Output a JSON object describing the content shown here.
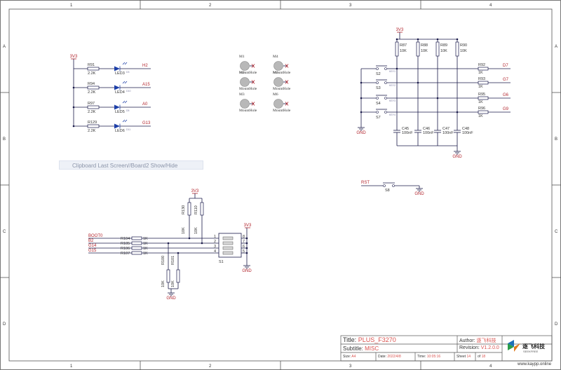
{
  "frame": {
    "columns": [
      "1",
      "2",
      "3",
      "4"
    ],
    "rows": [
      "A",
      "B",
      "C",
      "D"
    ]
  },
  "overlay": {
    "clipboard_text": "Clipboard Last Screen//Board2 Show/Hide"
  },
  "leds": {
    "power": "3V3",
    "rows": [
      {
        "resistor": "R91",
        "value": "2.2K",
        "led": "LED3",
        "tag": "D3",
        "net": "H2"
      },
      {
        "resistor": "R94",
        "value": "2.2K",
        "led": "LED4",
        "tag": "D10",
        "net": "A15"
      },
      {
        "resistor": "R97",
        "value": "2.2K",
        "led": "LED5",
        "tag": "D5",
        "net": "A0"
      },
      {
        "resistor": "R129",
        "value": "2.2K",
        "led": "LED6",
        "tag": "D11",
        "net": "G13"
      }
    ]
  },
  "mounts": [
    {
      "ref": "M1",
      "label": "MountHole"
    },
    {
      "ref": "M4",
      "label": "MountHole"
    },
    {
      "ref": "M2",
      "label": "MountHole"
    },
    {
      "ref": "M3",
      "label": "MountHole"
    },
    {
      "ref": "M3",
      "label": "MountHole"
    },
    {
      "ref": "M6",
      "label": "MountHole"
    }
  ],
  "keys": {
    "power": "3V3",
    "gnd": "GND",
    "pullups": [
      {
        "ref": "R87",
        "value": "10K"
      },
      {
        "ref": "R88",
        "value": "10K"
      },
      {
        "ref": "R89",
        "value": "10K"
      },
      {
        "ref": "R90",
        "value": "10K"
      }
    ],
    "switches": [
      {
        "ref": "S2",
        "tag": "KEY1"
      },
      {
        "ref": "S3",
        "tag": "KEY2"
      },
      {
        "ref": "S4",
        "tag": "KEY3"
      },
      {
        "ref": "S7",
        "tag": "KEY4"
      }
    ],
    "series": [
      {
        "ref": "R92",
        "value": "1K",
        "net": "D7"
      },
      {
        "ref": "R93",
        "value": "1K",
        "net": "G7"
      },
      {
        "ref": "R95",
        "value": "1K",
        "net": "G6"
      },
      {
        "ref": "R96",
        "value": "1K",
        "net": "G9"
      }
    ],
    "caps": [
      {
        "ref": "C45",
        "value": "100nF"
      },
      {
        "ref": "C46",
        "value": "100nF"
      },
      {
        "ref": "C47",
        "value": "100nF"
      },
      {
        "ref": "C48",
        "value": "100nF"
      }
    ]
  },
  "reset": {
    "net": "RST",
    "switch": "S8",
    "gnd": "GND"
  },
  "dip": {
    "power": "3V3",
    "gnd": "GND",
    "ref": "S1",
    "pins_left": [
      "1",
      "2",
      "3",
      "4"
    ],
    "pins_right": [
      "8",
      "7",
      "6",
      "5"
    ],
    "pullups": [
      {
        "ref": "R130",
        "value": "10K"
      },
      {
        "ref": "R110",
        "value": "10K"
      }
    ],
    "pulldowns": [
      {
        "ref": "R100",
        "value": "10K"
      },
      {
        "ref": "R101",
        "value": "10K"
      }
    ],
    "rows": [
      {
        "net": "BOOT0",
        "resistor": "R104",
        "value": "1K"
      },
      {
        "net": "B2",
        "resistor": "R105",
        "value": "1K"
      },
      {
        "net": "G14",
        "resistor": "R106",
        "value": "1K"
      },
      {
        "net": "G15",
        "resistor": "R107",
        "value": "1K"
      }
    ]
  },
  "title_block": {
    "title_label": "Title:",
    "title_value": "PLUS_F3270",
    "subtitle_label": "Subtitle:",
    "subtitle_value": "MISC",
    "author_label": "Author:",
    "author_value": "逐飞科技",
    "revision_label": "Revision:",
    "revision_value": "V1.2.0.0",
    "size_label": "Size:",
    "size_value": "A4",
    "date_label": "Date:",
    "date_value": "2022/4/8",
    "time_label": "Time:",
    "time_value": "10:05:16",
    "sheet_label": "Sheet",
    "sheet_value": "14",
    "of_label": "of",
    "of_value": "18",
    "logo_text": "逐飞科技",
    "logo_sub": "SEEKFREE",
    "watermark": "www.kaypp.online"
  },
  "colors": {
    "wire": "#1a1a4a",
    "net": "#b3262e",
    "led": "#1d3fa8",
    "frame": "#555555"
  }
}
